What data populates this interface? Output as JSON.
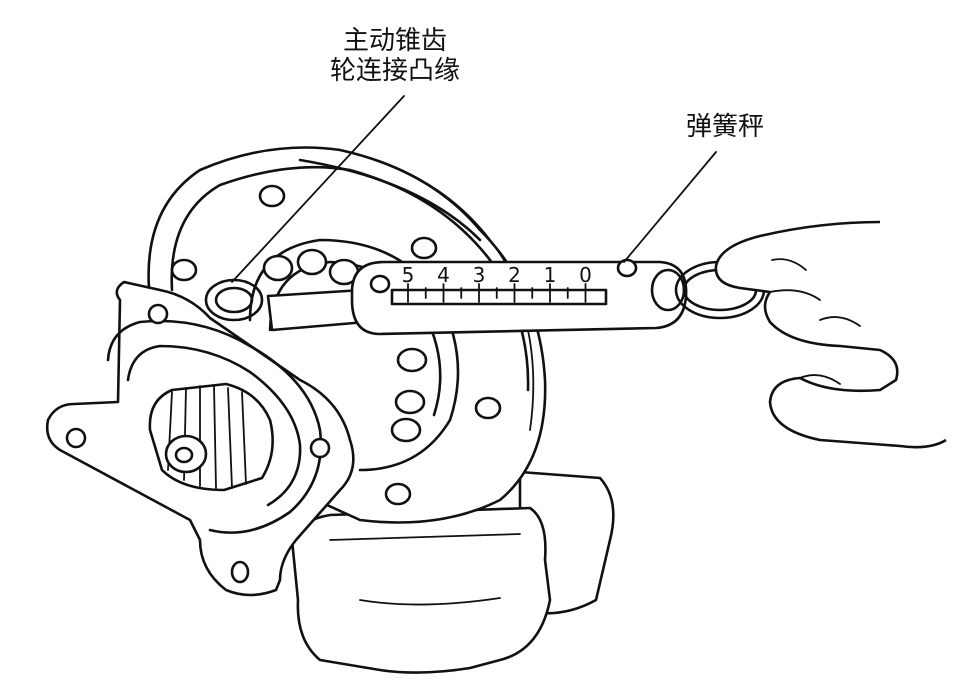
{
  "labels": {
    "flange_line1": "主动锥齿",
    "flange_line2": "轮连接凸缘",
    "spring_scale": "弹簧秤"
  },
  "scale_ticks": [
    "5",
    "4",
    "3",
    "2",
    "1",
    "0"
  ],
  "colors": {
    "ink": "#111111",
    "background": "#ffffff"
  }
}
